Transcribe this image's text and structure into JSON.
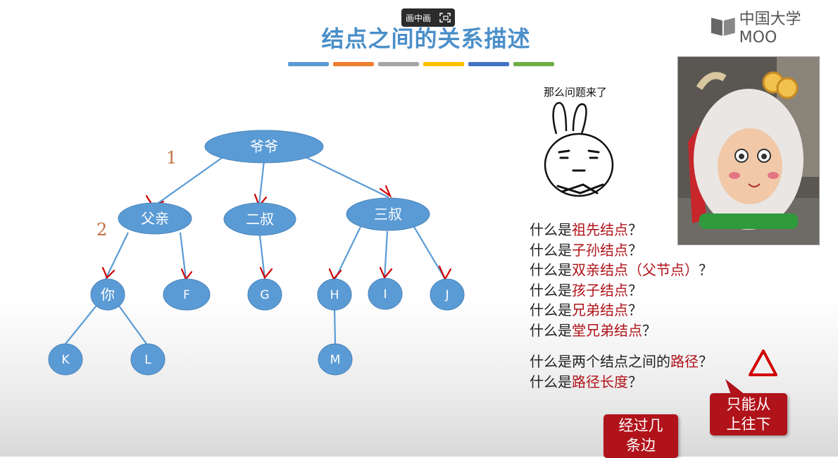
{
  "player": {
    "pip_label": "画中画"
  },
  "logo": {
    "text": "中国大学MOO"
  },
  "slide": {
    "title": "结点之间的关系描述",
    "stripes": [
      "#5b9bd5",
      "#ed7d31",
      "#a5a5a5",
      "#ffc000",
      "#4472c4",
      "#70ad47"
    ],
    "level_labels": [
      "1",
      "2"
    ],
    "tree": {
      "root": "爷爷",
      "level1": [
        "父亲",
        "二叔",
        "三叔"
      ],
      "level2": [
        "你",
        "F",
        "G",
        "H",
        "I",
        "J"
      ],
      "level3": [
        "K",
        "L",
        "M"
      ]
    },
    "rabbit_caption": "那么问题来了",
    "questions": [
      {
        "prefix": "什么是",
        "highlight": "祖先结点",
        "suffix": "？"
      },
      {
        "prefix": "什么是",
        "highlight": "子孙结点",
        "suffix": "？"
      },
      {
        "prefix": "什么是",
        "highlight": "双亲结点（父节点）",
        "suffix": "？"
      },
      {
        "prefix": "什么是",
        "highlight": "孩子结点",
        "suffix": "？"
      },
      {
        "prefix": "什么是",
        "highlight": "兄弟结点",
        "suffix": "？"
      },
      {
        "prefix": "什么是",
        "highlight": "堂兄弟结点",
        "suffix": "？"
      },
      {
        "prefix": "什么是两个结点之间的",
        "highlight": "路径",
        "suffix": "？"
      },
      {
        "prefix": "什么是",
        "highlight": "路径长度",
        "suffix": "？"
      }
    ],
    "bubbles": {
      "edges": [
        "经过几",
        "条边"
      ],
      "direction": [
        "只能从",
        "上往下"
      ]
    },
    "colors": {
      "node_fill": "#5b9bd5",
      "highlight": "#b0131a",
      "annotation": "#d00000"
    }
  }
}
